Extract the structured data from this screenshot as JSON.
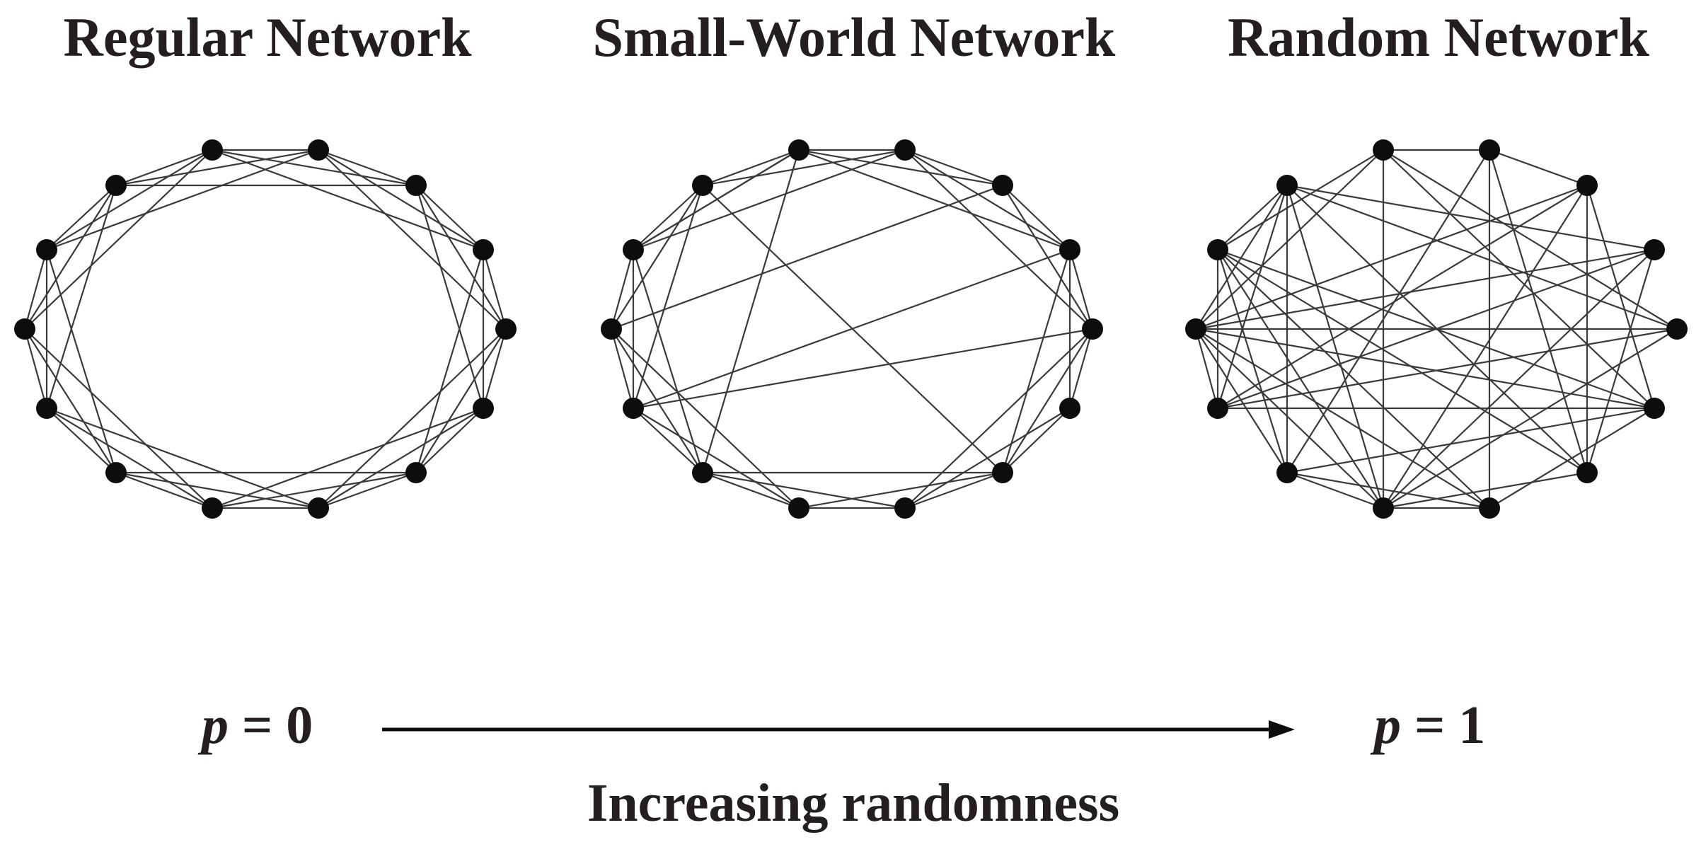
{
  "titles": {
    "regular": "Regular Network",
    "small_world": "Small-World Network",
    "random": "Random Network"
  },
  "axis": {
    "left_var": "p",
    "left_value": " = 0",
    "right_var": "p",
    "right_value": " = 1",
    "caption": "Increasing randomness"
  },
  "colors": {
    "ink": "#231f20",
    "edge": "#3a3a3a",
    "node": "#0d0d0d",
    "background": "#ffffff"
  },
  "networks": {
    "regular": {
      "node_count": 14,
      "edges": [
        [
          0,
          1
        ],
        [
          1,
          2
        ],
        [
          2,
          3
        ],
        [
          3,
          4
        ],
        [
          4,
          5
        ],
        [
          5,
          6
        ],
        [
          6,
          7
        ],
        [
          7,
          8
        ],
        [
          8,
          9
        ],
        [
          9,
          10
        ],
        [
          10,
          11
        ],
        [
          11,
          12
        ],
        [
          12,
          13
        ],
        [
          13,
          0
        ],
        [
          0,
          2
        ],
        [
          1,
          3
        ],
        [
          2,
          4
        ],
        [
          3,
          5
        ],
        [
          4,
          6
        ],
        [
          5,
          7
        ],
        [
          6,
          8
        ],
        [
          7,
          9
        ],
        [
          8,
          10
        ],
        [
          9,
          11
        ],
        [
          10,
          12
        ],
        [
          11,
          13
        ],
        [
          12,
          0
        ],
        [
          13,
          1
        ],
        [
          0,
          3
        ],
        [
          1,
          4
        ],
        [
          2,
          5
        ],
        [
          3,
          6
        ],
        [
          4,
          7
        ],
        [
          5,
          8
        ],
        [
          6,
          9
        ],
        [
          7,
          10
        ],
        [
          8,
          11
        ],
        [
          9,
          12
        ],
        [
          10,
          13
        ],
        [
          11,
          0
        ],
        [
          12,
          1
        ],
        [
          13,
          2
        ]
      ]
    },
    "small_world": {
      "node_count": 14,
      "edges": [
        [
          0,
          1
        ],
        [
          1,
          2
        ],
        [
          2,
          3
        ],
        [
          3,
          4
        ],
        [
          4,
          5
        ],
        [
          5,
          6
        ],
        [
          6,
          7
        ],
        [
          7,
          8
        ],
        [
          8,
          9
        ],
        [
          9,
          10
        ],
        [
          10,
          11
        ],
        [
          11,
          12
        ],
        [
          12,
          13
        ],
        [
          13,
          0
        ],
        [
          0,
          2
        ],
        [
          1,
          3
        ],
        [
          2,
          4
        ],
        [
          3,
          5
        ],
        [
          4,
          6
        ],
        [
          5,
          7
        ],
        [
          6,
          8
        ],
        [
          7,
          9
        ],
        [
          8,
          10
        ],
        [
          9,
          11
        ],
        [
          10,
          12
        ],
        [
          11,
          13
        ],
        [
          12,
          0
        ],
        [
          13,
          1
        ],
        [
          0,
          3
        ],
        [
          1,
          4
        ],
        [
          3,
          6
        ],
        [
          4,
          7
        ],
        [
          6,
          9
        ],
        [
          8,
          11
        ],
        [
          9,
          12
        ],
        [
          10,
          13
        ],
        [
          12,
          1
        ],
        [
          0,
          9
        ],
        [
          2,
          11
        ],
        [
          4,
          10
        ],
        [
          10,
          3
        ],
        [
          0,
          12
        ],
        [
          13,
          6
        ]
      ]
    },
    "random": {
      "node_count": 14,
      "edges": [
        [
          0,
          1
        ],
        [
          0,
          12
        ],
        [
          0,
          8
        ],
        [
          0,
          4
        ],
        [
          0,
          5
        ],
        [
          0,
          11
        ],
        [
          1,
          2
        ],
        [
          1,
          9
        ],
        [
          1,
          7
        ],
        [
          1,
          6
        ],
        [
          2,
          11
        ],
        [
          2,
          10
        ],
        [
          2,
          5
        ],
        [
          2,
          8
        ],
        [
          2,
          6
        ],
        [
          3,
          10
        ],
        [
          3,
          11
        ],
        [
          3,
          8
        ],
        [
          3,
          6
        ],
        [
          3,
          13
        ],
        [
          4,
          10
        ],
        [
          4,
          8
        ],
        [
          4,
          11
        ],
        [
          4,
          13
        ],
        [
          5,
          7
        ],
        [
          5,
          9
        ],
        [
          5,
          10
        ],
        [
          5,
          11
        ],
        [
          5,
          12
        ],
        [
          6,
          8
        ],
        [
          6,
          12
        ],
        [
          6,
          13
        ],
        [
          7,
          8
        ],
        [
          7,
          12
        ],
        [
          7,
          11
        ],
        [
          7,
          9
        ],
        [
          8,
          12
        ],
        [
          8,
          13
        ],
        [
          8,
          9
        ],
        [
          9,
          11
        ],
        [
          9,
          13
        ],
        [
          10,
          12
        ],
        [
          10,
          13
        ],
        [
          11,
          13
        ],
        [
          13,
          12
        ],
        [
          8,
          11
        ],
        [
          9,
          12
        ],
        [
          10,
          11
        ]
      ]
    }
  }
}
